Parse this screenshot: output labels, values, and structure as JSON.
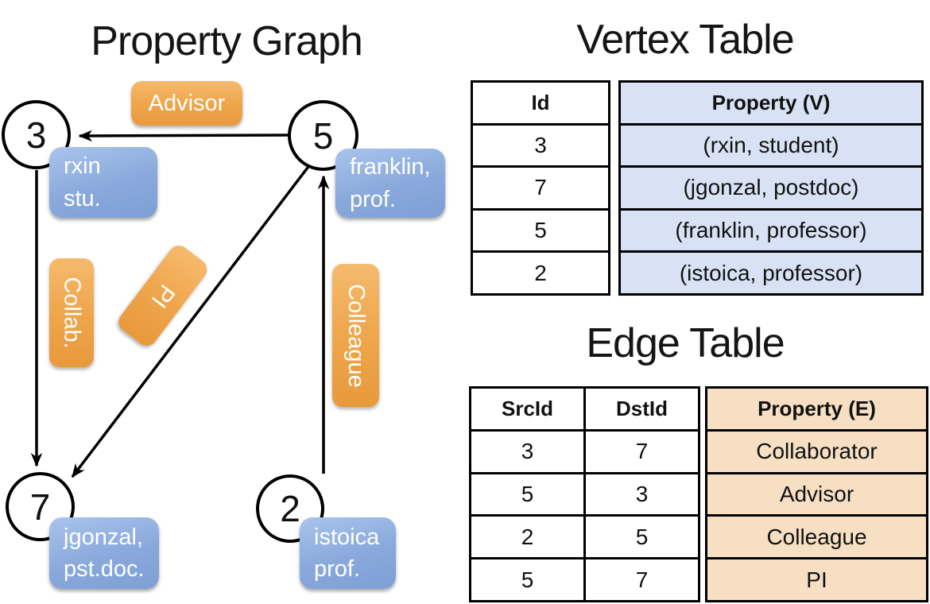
{
  "graph": {
    "title": "Property Graph",
    "nodes": {
      "n3": {
        "id": "3",
        "line1": "rxin",
        "line2": "stu."
      },
      "n5": {
        "id": "5",
        "line1": "franklin,",
        "line2": "prof."
      },
      "n7": {
        "id": "7",
        "line1": "jgonzal,",
        "line2": "pst.doc."
      },
      "n2": {
        "id": "2",
        "line1": "istoica",
        "line2": "prof."
      }
    },
    "edge_labels": {
      "advisor": "Advisor",
      "collab": "Collab.",
      "pi": "PI",
      "colleague": "Colleague"
    }
  },
  "vertex_table": {
    "title": "Vertex Table",
    "headers": {
      "id": "Id",
      "property": "Property (V)"
    },
    "rows": [
      {
        "id": "3",
        "property": "(rxin, student)"
      },
      {
        "id": "7",
        "property": "(jgonzal, postdoc)"
      },
      {
        "id": "5",
        "property": "(franklin, professor)"
      },
      {
        "id": "2",
        "property": "(istoica, professor)"
      }
    ]
  },
  "edge_table": {
    "title": "Edge Table",
    "headers": {
      "src": "SrcId",
      "dst": "DstId",
      "property": "Property (E)"
    },
    "rows": [
      {
        "src": "3",
        "dst": "7",
        "property": "Collaborator"
      },
      {
        "src": "5",
        "dst": "3",
        "property": "Advisor"
      },
      {
        "src": "2",
        "dst": "5",
        "property": "Colleague"
      },
      {
        "src": "5",
        "dst": "7",
        "property": "PI"
      }
    ]
  },
  "colors": {
    "edge_label_orange": "#efa64c",
    "node_property_blue": "#89a9dc",
    "vertex_cell_blue": "#d8e2f4",
    "edge_cell_peach": "#f6dfc3",
    "line": "#000000"
  }
}
